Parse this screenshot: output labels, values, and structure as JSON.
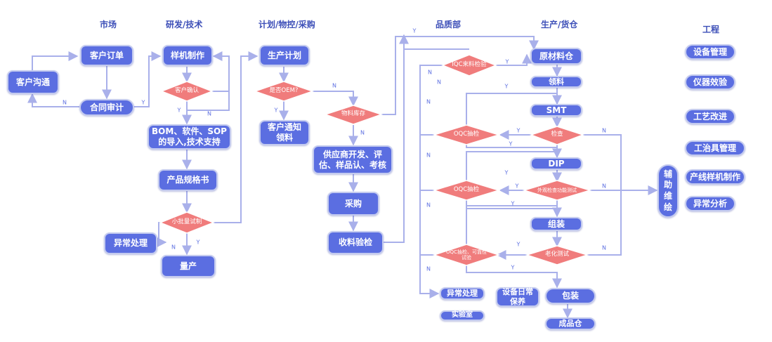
{
  "headers": {
    "market": "市场",
    "rnd": "研发/技术",
    "plan": "计划/物控/采购",
    "quality": "品质部",
    "production": "生产/货仓",
    "engineering": "工程"
  },
  "market": {
    "customer_order": "客户订单",
    "customer_comm": "客户沟通",
    "contract_review": "合同审计"
  },
  "rnd": {
    "sample_making": "样机制作",
    "customer_confirm": "客户确认",
    "bom_import": "BOM、软件、SOP\n的导入,技术支持",
    "spec_book": "产品规格书",
    "pilot_run": "小批量试制",
    "exception": "异常处理",
    "mass_production": "量产"
  },
  "plan": {
    "production_plan": "生产计划",
    "is_oem": "是否OEM?",
    "notify_customer": "客户通知\n领料",
    "material_stock": "物料库存",
    "supplier_dev": "供应商开发、评\n估、样品认、考核",
    "purchase": "采购",
    "receive_inspect": "收料验检"
  },
  "quality": {
    "iqc": "IQC来料检验",
    "oqc1": "OQC抽检",
    "oqc2": "OQC抽检",
    "oqc3": "OQC抽检、可靠性\n试验",
    "exception": "异常处理",
    "lab": "实验室"
  },
  "production": {
    "raw_warehouse": "原材料仓",
    "pick_material": "领料",
    "smt": "SMT",
    "inspect": "检查",
    "dip": "DIP",
    "visual_func_test": "外观检查功能测试",
    "assembly": "组装",
    "aging_test": "老化测试",
    "equipment_maint": "设备日常\n保养",
    "packaging": "包装",
    "finished_warehouse": "成品仓"
  },
  "engineering": {
    "equipment_mgmt": "设备管理",
    "instrument_calib": "仪器效验",
    "process_improve": "工艺改进",
    "fixture_mgmt": "工治具管理",
    "line_sample": "产线样机制作",
    "exception_analysis": "异常分析",
    "aux_drawing": "辅\n助\n维\n绘"
  },
  "flags": {
    "y": "Y",
    "n": "N"
  },
  "colors": {
    "box": "#5b6ee1",
    "diamond": "#f07c7c",
    "line": "#a9b0ea",
    "header": "#3d4fb8"
  }
}
